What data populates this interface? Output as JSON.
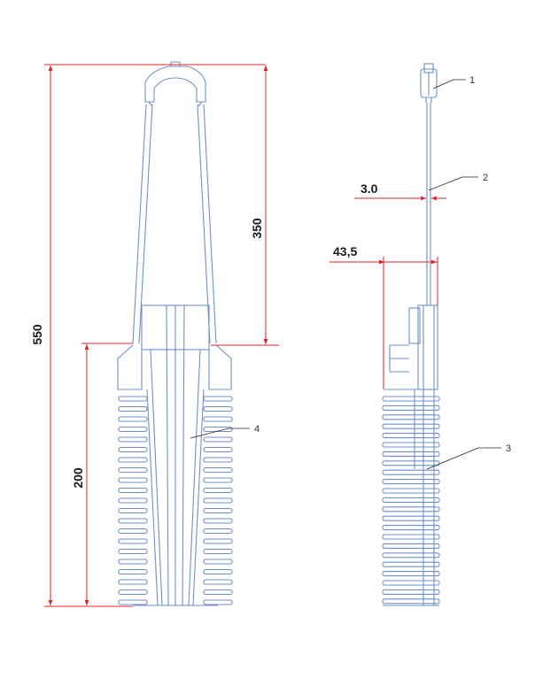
{
  "colors": {
    "dimension_line": "#e02020",
    "part_outline": "#6f8fcc",
    "leader_line": "#222222",
    "background": "#ffffff"
  },
  "dimensions": {
    "overall_height": "550",
    "upper_length": "350",
    "body_length": "200",
    "wire_diameter": "3.0",
    "body_width": "43,5"
  },
  "callouts": [
    "1",
    "2",
    "3",
    "4"
  ]
}
